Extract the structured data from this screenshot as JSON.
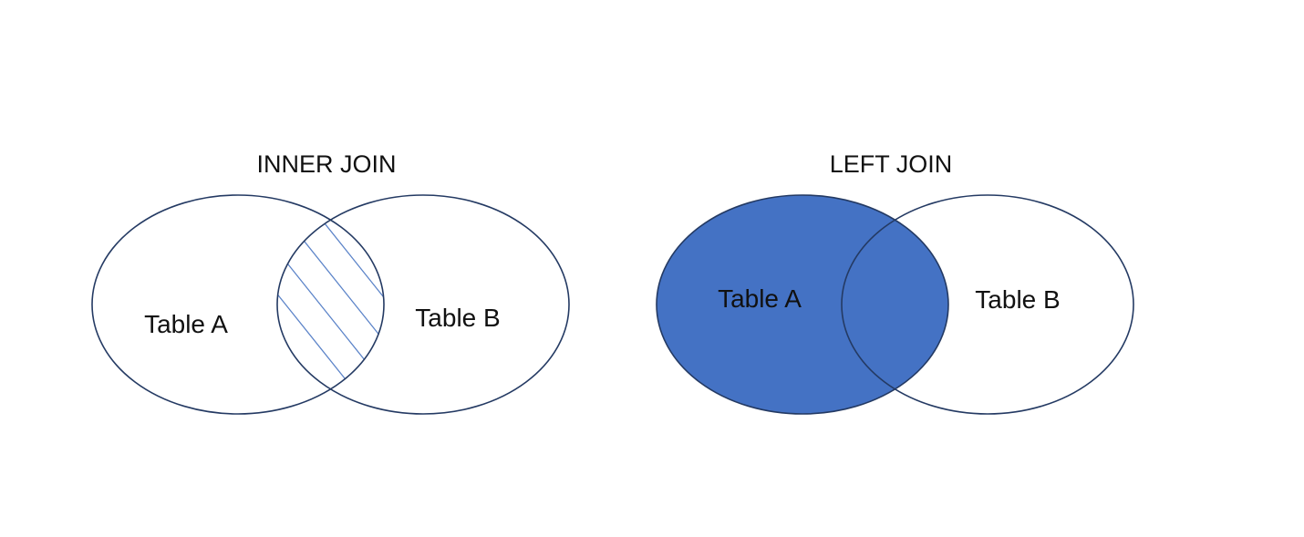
{
  "colors": {
    "outline": "#243a63",
    "fill": "#4472c4",
    "hatch": "#5b83c8",
    "background": "#ffffff"
  },
  "diagrams": [
    {
      "title": "INNER JOIN",
      "left_label": "Table A",
      "right_label": "Table B",
      "highlight": "intersection"
    },
    {
      "title": "LEFT JOIN",
      "left_label": "Table A",
      "right_label": "Table B",
      "highlight": "left"
    }
  ]
}
